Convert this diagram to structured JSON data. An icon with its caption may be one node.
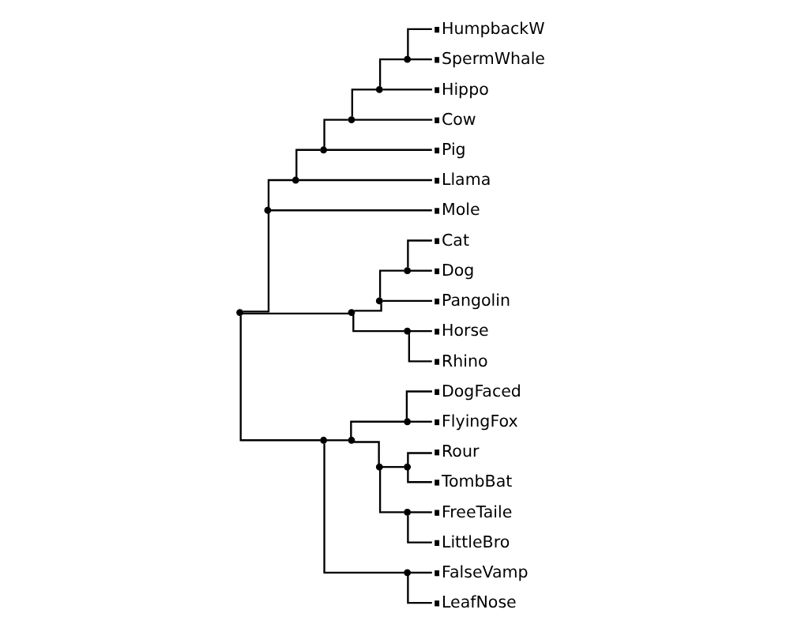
{
  "diagram": {
    "nodes": [
      {
        "text": [],
        "shape": "circle"
      },
      {
        "text": [],
        "shape": "circle"
      },
      {
        "text": [],
        "shape": "circle"
      },
      {
        "text": [],
        "shape": "circle"
      },
      {
        "text": [],
        "shape": "circle"
      },
      {
        "text": [],
        "shape": "circle"
      },
      {
        "text": [],
        "shape": "circle"
      },
      {
        "text": [
          "HumpbackW"
        ]
      },
      {
        "text": [
          "SpermWhale"
        ]
      },
      {
        "text": [
          "Hippo"
        ]
      },
      {
        "text": [
          "Cow"
        ]
      },
      {
        "text": [
          "Pig"
        ]
      },
      {
        "text": [
          "Llama"
        ]
      },
      {
        "text": [
          "Mole"
        ]
      },
      {
        "text": [],
        "shape": "circle"
      },
      {
        "text": [],
        "shape": "circle"
      },
      {
        "text": [],
        "shape": "circle"
      },
      {
        "text": [
          "Cat"
        ]
      },
      {
        "text": [
          "Dog"
        ]
      },
      {
        "text": [
          "Pangolin"
        ]
      },
      {
        "text": [],
        "shape": "circle"
      },
      {
        "text": [
          "Horse"
        ]
      },
      {
        "text": [
          "Rhino"
        ]
      },
      {
        "text": [],
        "shape": "circle"
      },
      {
        "text": [],
        "shape": "circle"
      },
      {
        "text": [],
        "shape": "circle"
      },
      {
        "text": [
          "DogFaced"
        ]
      },
      {
        "text": [
          "FlyingFox"
        ]
      },
      {
        "text": [],
        "shape": "circle"
      },
      {
        "text": [],
        "shape": "circle"
      },
      {
        "text": [
          "Rour"
        ]
      },
      {
        "text": [
          "TombBat"
        ]
      },
      {
        "text": [],
        "shape": "circle"
      },
      {
        "text": [
          "FreeTaile"
        ]
      },
      {
        "text": [
          "LittleBro"
        ]
      },
      {
        "text": [],
        "shape": "circle"
      },
      {
        "text": [
          "FalseVamp"
        ]
      },
      {
        "text": [
          "LeafNose"
        ]
      }
    ],
    "edges": [
      {
        "from": 0,
        "to": 1,
        "arrow": "none"
      },
      {
        "from": 1,
        "to": 2,
        "arrow": "none"
      },
      {
        "from": 2,
        "to": 3,
        "arrow": "none"
      },
      {
        "from": 3,
        "to": 4,
        "arrow": "none"
      },
      {
        "from": 4,
        "to": 5,
        "arrow": "none"
      },
      {
        "from": 5,
        "to": 6,
        "arrow": "none"
      },
      {
        "from": 6,
        "to": 7,
        "arrow": "none"
      },
      {
        "from": 6,
        "to": 8,
        "arrow": "none"
      },
      {
        "from": 5,
        "to": 9,
        "arrow": "none"
      },
      {
        "from": 4,
        "to": 10,
        "arrow": "none"
      },
      {
        "from": 3,
        "to": 11,
        "arrow": "none"
      },
      {
        "from": 2,
        "to": 12,
        "arrow": "none"
      },
      {
        "from": 1,
        "to": 13,
        "arrow": "none"
      },
      {
        "from": 0,
        "to": 14,
        "arrow": "none"
      },
      {
        "from": 14,
        "to": 15,
        "arrow": "none"
      },
      {
        "from": 15,
        "to": 16,
        "arrow": "none"
      },
      {
        "from": 16,
        "to": 17,
        "arrow": "none"
      },
      {
        "from": 16,
        "to": 18,
        "arrow": "none"
      },
      {
        "from": 15,
        "to": 19,
        "arrow": "none"
      },
      {
        "from": 14,
        "to": 20,
        "arrow": "none"
      },
      {
        "from": 20,
        "to": 21,
        "arrow": "none"
      },
      {
        "from": 20,
        "to": 22,
        "arrow": "none"
      },
      {
        "from": 0,
        "to": 23,
        "arrow": "none"
      },
      {
        "from": 23,
        "to": 24,
        "arrow": "none"
      },
      {
        "from": 24,
        "to": 25,
        "arrow": "none"
      },
      {
        "from": 25,
        "to": 26,
        "arrow": "none"
      },
      {
        "from": 25,
        "to": 27,
        "arrow": "none"
      },
      {
        "from": 24,
        "to": 28,
        "arrow": "none"
      },
      {
        "from": 28,
        "to": 29,
        "arrow": "none"
      },
      {
        "from": 29,
        "to": 30,
        "arrow": "none"
      },
      {
        "from": 29,
        "to": 31,
        "arrow": "none"
      },
      {
        "from": 28,
        "to": 32,
        "arrow": "none"
      },
      {
        "from": 32,
        "to": 33,
        "arrow": "none"
      },
      {
        "from": 32,
        "to": 34,
        "arrow": "none"
      },
      {
        "from": 23,
        "to": 35,
        "arrow": "none"
      },
      {
        "from": 35,
        "to": 36,
        "arrow": "none"
      },
      {
        "from": 35,
        "to": 37,
        "arrow": "none"
      }
    ]
  }
}
